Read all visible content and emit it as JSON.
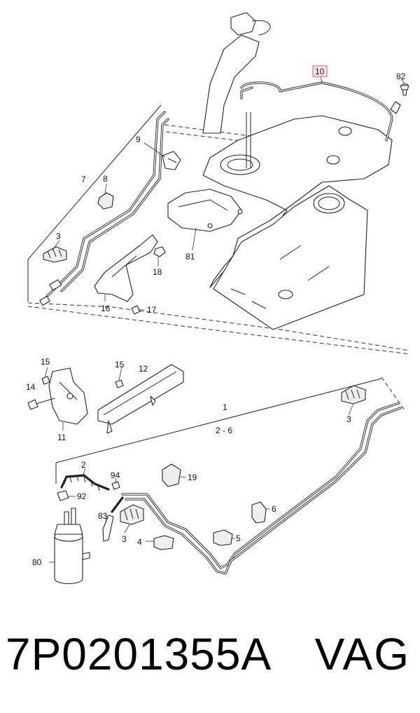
{
  "diagram": {
    "callouts": {
      "c1": "1",
      "c2": "2",
      "c2to6": "2 - 6",
      "c3a": "3",
      "c3b": "3",
      "c3c": "3",
      "c4": "4",
      "c5": "5",
      "c6": "6",
      "c7": "7",
      "c8": "8",
      "c9": "9",
      "c10": "10",
      "c11": "11",
      "c12": "12",
      "c14": "14",
      "c15a": "15",
      "c15b": "15",
      "c16": "16",
      "c17": "17",
      "c18": "18",
      "c19": "19",
      "c80": "80",
      "c81": "81",
      "c82": "82",
      "c83": "83",
      "c92": "92",
      "c94": "94"
    },
    "highlight_color": "#e05060"
  },
  "footer": {
    "part_number": "7P0201355A",
    "brand": "VAG"
  }
}
